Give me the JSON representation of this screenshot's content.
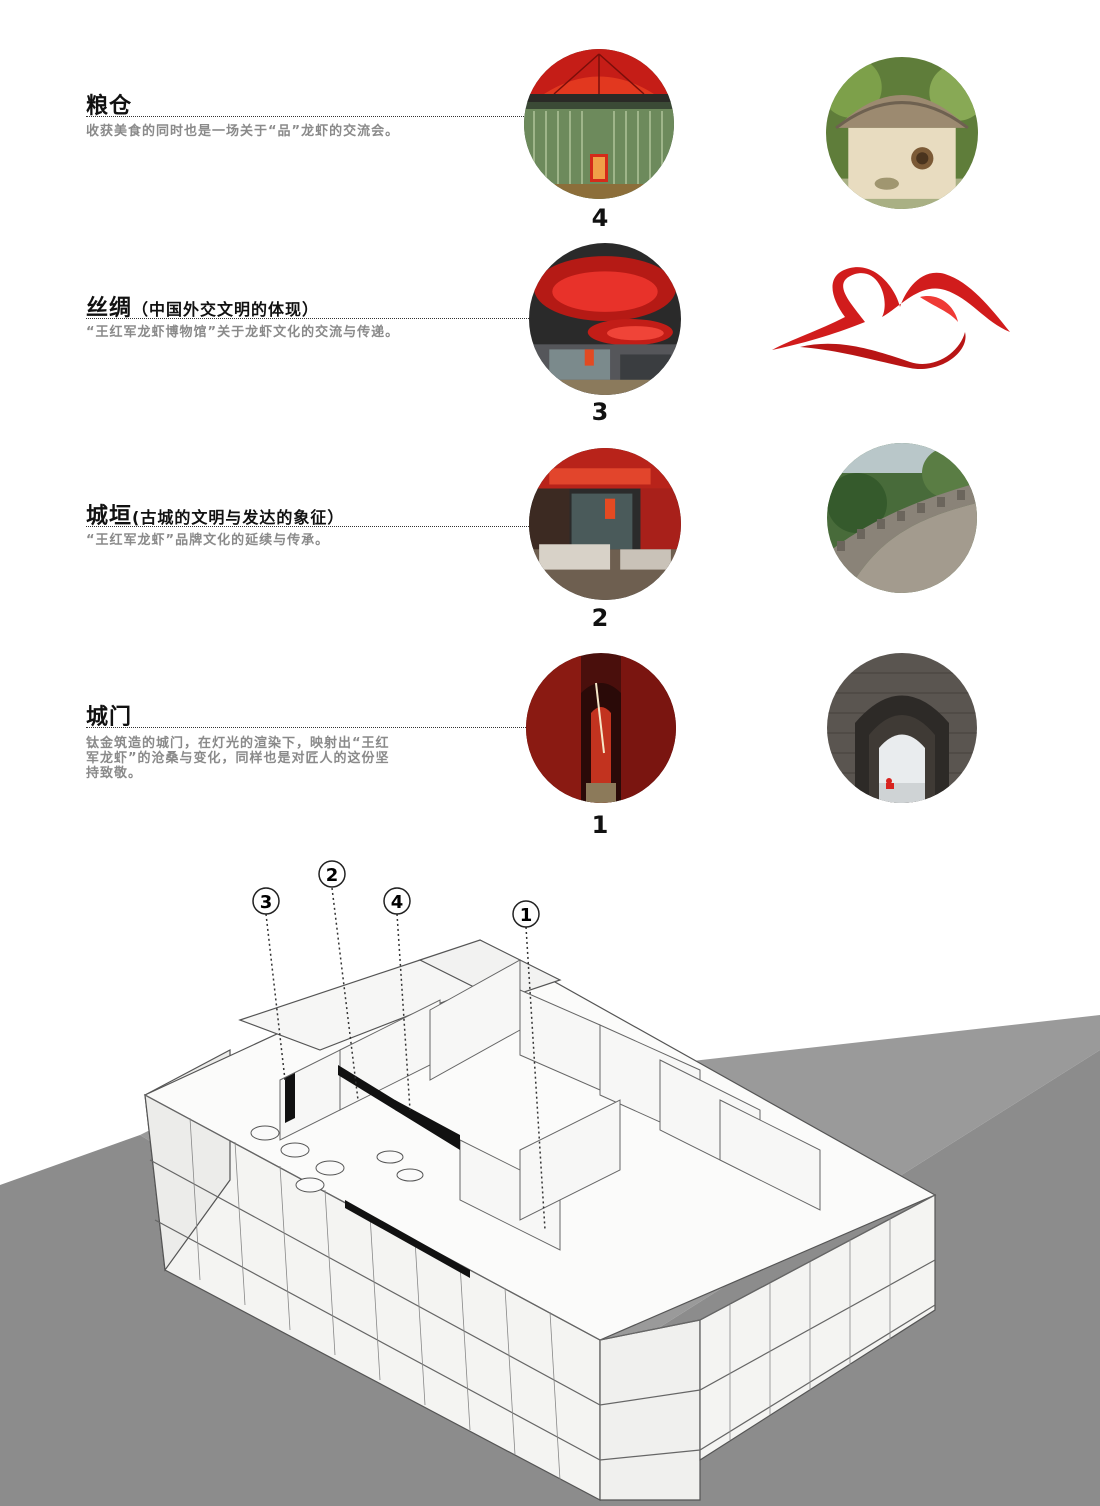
{
  "sections": [
    {
      "id": "granary",
      "title": "粮仓",
      "subtitle": "",
      "description": [
        "收获美食的同时也是一场关于“品”龙虾的交流会。"
      ],
      "number": "4"
    },
    {
      "id": "silk",
      "title": "丝绸",
      "subtitle": "（中国外交文明的体现）",
      "description": [
        "“王红军龙虾博物馆”关于龙虾文化的交流与传递。"
      ],
      "number": "3"
    },
    {
      "id": "citywall",
      "title": "城垣",
      "subtitle": "(古城的文明与发达的象征）",
      "description": [
        "“王红军龙虾”品牌文化的延续与传承。"
      ],
      "number": "2"
    },
    {
      "id": "citygate",
      "title": "城门",
      "subtitle": "",
      "description": [
        "钛金筑造的城门，在灯光的渲染下，映射出“王红",
        "军龙虾”的沧桑与变化，同样也是对匠人的这份坚",
        "持致敬。"
      ],
      "number": "1"
    }
  ],
  "diagram": {
    "markers": [
      "3",
      "2",
      "4",
      "1"
    ]
  },
  "colors": {
    "accent_red": "#d8231f",
    "ground_gray": "#8c8c8c",
    "text_gray": "#8a8a8a"
  }
}
